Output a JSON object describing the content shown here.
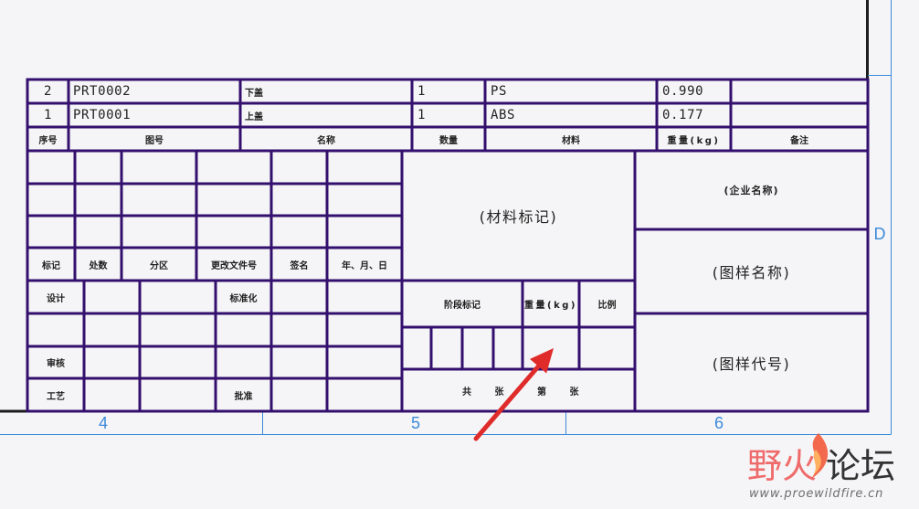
{
  "zone_labels": {
    "bottom": [
      "4",
      "5",
      "6"
    ],
    "right": "D"
  },
  "bom": {
    "rows": [
      {
        "seq": "2",
        "part_no": "PRT0002",
        "name": "下盖",
        "qty": "1",
        "material": "PS",
        "weight": "0.990"
      },
      {
        "seq": "1",
        "part_no": "PRT0001",
        "name": "上盖",
        "qty": "1",
        "material": "ABS",
        "weight": "0.177"
      }
    ],
    "header": {
      "seq": "序号",
      "part_no": "图号",
      "name": "名称",
      "qty": "数量",
      "material": "材料",
      "weight": "重量(kg)",
      "remark": "备注"
    }
  },
  "revision_header": {
    "mark": "标记",
    "count": "处数",
    "zone": "分区",
    "change_doc_no": "更改文件号",
    "signature": "签名",
    "date": "年、月、日"
  },
  "approvals": {
    "design": "设计",
    "standardization": "标准化",
    "review": "审核",
    "process": "工艺",
    "approve": "批准"
  },
  "material_mark": "(材料标记)",
  "stage_block": {
    "stage_mark": "阶段标记",
    "weight": "重量(kg)",
    "scale": "比例"
  },
  "sheets": {
    "total": "共 张",
    "current": "第 张"
  },
  "company_name": "(企业名称)",
  "drawing_name": "(图样名称)",
  "drawing_number": "(图样代号)",
  "icons": {
    "annotation": "red-arrow-icon",
    "watermark": "flame-icon"
  },
  "watermark": {
    "brand": [
      "野火",
      "论坛"
    ],
    "url": "www.proewildfire.cn"
  },
  "colors": {
    "background": "#f5f5f7",
    "table_line": "#34106e",
    "frame": "#1c1c1c",
    "zone_border": "#3b8ad9",
    "arrow": "#e02b2b",
    "watermark_red": "#ef6b6b",
    "watermark_dark": "#333333"
  }
}
